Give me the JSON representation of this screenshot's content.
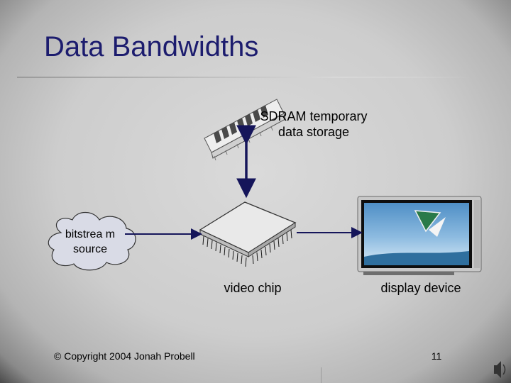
{
  "slide": {
    "title": "Data Bandwidths",
    "labels": {
      "sdram": "SDRAM temporary data storage",
      "source": "bitstrea m source",
      "chip": "video chip",
      "display": "display device"
    },
    "footer": "© Copyright 2004 Jonah Probell",
    "page_number": "11"
  },
  "icons": [
    "ram-module-icon",
    "cloud-icon",
    "chip-icon",
    "monitor-icon",
    "speaker-icon"
  ],
  "colors": {
    "title": "#1c1c6e",
    "arrow": "#15155a",
    "cloud": "#d9dbe6"
  }
}
